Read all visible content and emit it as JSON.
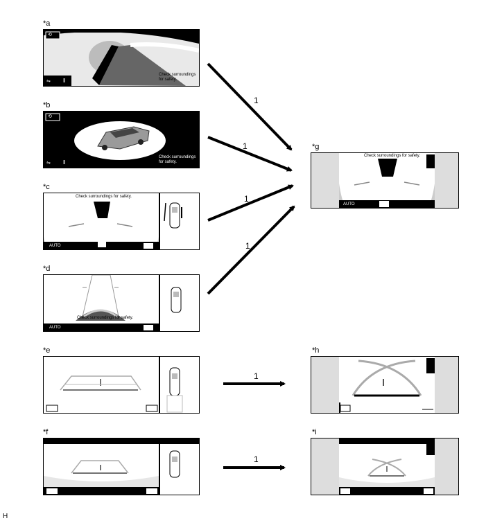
{
  "labels": {
    "a": "*a",
    "b": "*b",
    "c": "*c",
    "d": "*d",
    "e": "*e",
    "f": "*f",
    "g": "*g",
    "h": "*h",
    "i": "*i"
  },
  "captions": {
    "check_two_line_1": "Check surroundings",
    "check_two_line_2": "for safety.",
    "check_one_line": "Check surroundings for safety.",
    "auto": "AUTO"
  },
  "arrow_number": "1",
  "figure_code": "H",
  "colors": {
    "ink": "#000000",
    "gray_light": "#cfcfcf",
    "gray_mid": "#999999",
    "gray_dark": "#555555"
  },
  "icons": [
    "camera-icon",
    "pause-icon",
    "car-icon",
    "view-toggle-icon"
  ]
}
